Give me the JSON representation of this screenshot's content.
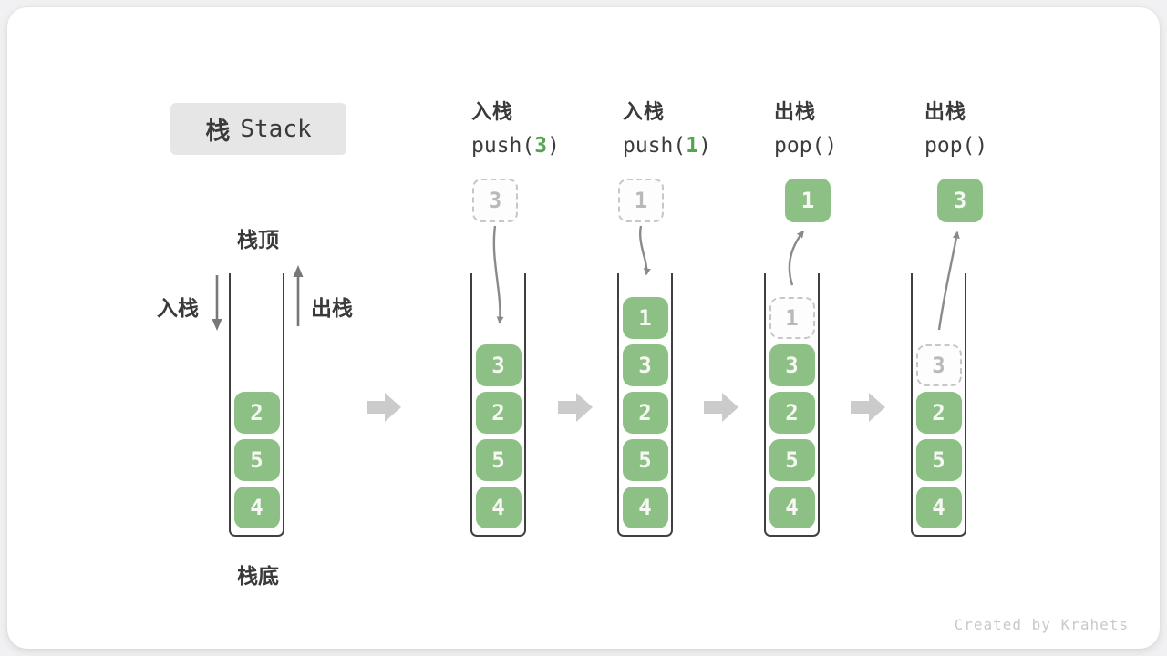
{
  "title": {
    "cn": "栈",
    "en": "Stack"
  },
  "labels": {
    "stack_top": "栈顶",
    "stack_bottom": "栈底",
    "push_side": "入栈",
    "pop_side": "出栈"
  },
  "ops": [
    {
      "label": "入栈",
      "pre": "push(",
      "arg": "3",
      "post": ")"
    },
    {
      "label": "入栈",
      "pre": "push(",
      "arg": "1",
      "post": ")"
    },
    {
      "label": "出栈",
      "pre": "pop(",
      "arg": "",
      "post": ")"
    },
    {
      "label": "出栈",
      "pre": "pop(",
      "arg": "",
      "post": ")"
    }
  ],
  "staging": [
    "3",
    "1",
    "1",
    "3"
  ],
  "stacks": {
    "s1": [
      "2",
      "5",
      "4"
    ],
    "s2": [
      "3",
      "2",
      "5",
      "4"
    ],
    "s3": [
      "1",
      "3",
      "2",
      "5",
      "4"
    ],
    "s4": {
      "ghost": "1",
      "cells": [
        "3",
        "2",
        "5",
        "4"
      ]
    },
    "s5": {
      "ghost": "3",
      "cells": [
        "2",
        "5",
        "4"
      ]
    }
  },
  "watermark": "Created by Krahets",
  "colors": {
    "cell_green": "#8cc084",
    "code_arg_green": "#55a54e",
    "ghost_border": "#c7c7c7",
    "thin_arrow": "#8a8a8a",
    "chunky_arrow": "#cbcbcb",
    "container_border": "#404040",
    "title_box_bg": "#e6e6e6",
    "text_dark": "#3a3a3a",
    "watermark_gray": "#c9c9cb"
  }
}
